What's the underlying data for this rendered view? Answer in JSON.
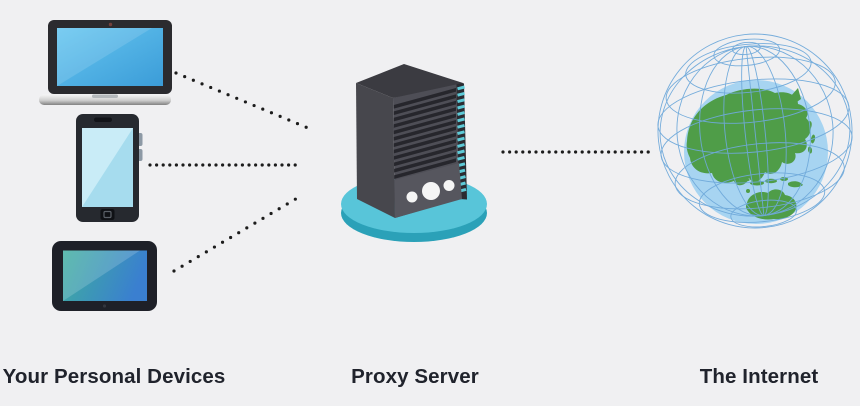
{
  "nodes": [
    {
      "id": "personal-devices",
      "label": "Your Personal Devices",
      "icons": [
        "laptop-icon",
        "smartphone-icon",
        "tablet-icon"
      ]
    },
    {
      "id": "proxy-server",
      "label": "Proxy Server",
      "icons": [
        "server-icon"
      ]
    },
    {
      "id": "the-internet",
      "label": "The Internet",
      "icons": [
        "globe-icon"
      ]
    }
  ],
  "connections": [
    {
      "from": "laptop",
      "to": "proxy-server",
      "style": "dotted"
    },
    {
      "from": "smartphone",
      "to": "proxy-server",
      "style": "dotted"
    },
    {
      "from": "tablet",
      "to": "proxy-server",
      "style": "dotted"
    },
    {
      "from": "proxy-server",
      "to": "the-internet",
      "style": "dotted"
    }
  ],
  "colors": {
    "background": "#f0f0f2",
    "label_text": "#20232c",
    "connector_dot": "#1c1c1c",
    "laptop_screen_blue": "#4aaede",
    "phone_screen_blue": "#a8ddee",
    "tablet_screen_teal": "#3fae9e",
    "tablet_screen_blue": "#3a7fd0",
    "device_frame_dark": "#26292f",
    "server_body_gray": "#47474d",
    "server_vent_dark": "#26262c",
    "server_accent_teal": "#5ecad7",
    "platform_teal": "#58c5d9",
    "platform_teal_dark": "#2ba1b8",
    "globe_sea": "#a7d4f1",
    "globe_land": "#4f9d48",
    "globe_grid": "#6fa9da"
  }
}
